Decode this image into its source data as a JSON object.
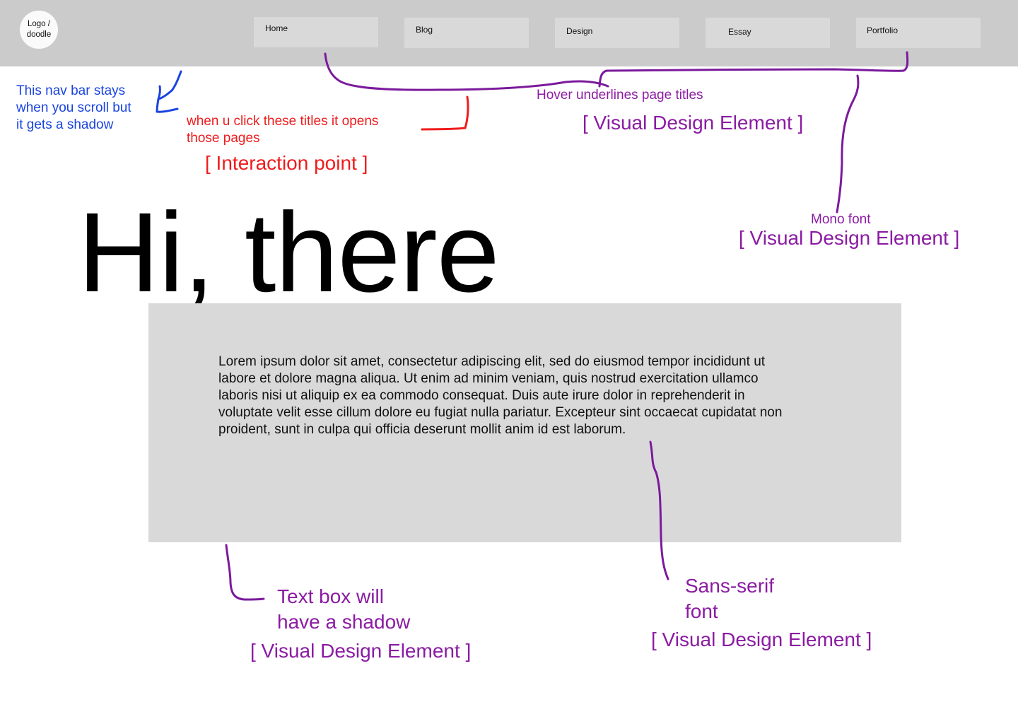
{
  "nav": {
    "logo": "Logo /\ndoodle",
    "items": [
      {
        "label": "Home"
      },
      {
        "label": "Blog"
      },
      {
        "label": "Design"
      },
      {
        "label": "Essay"
      },
      {
        "label": "Portfolio"
      }
    ]
  },
  "hero": {
    "title": "Hi, there"
  },
  "textbox": {
    "body": "Lorem ipsum dolor sit amet, consectetur adipiscing elit, sed do eiusmod tempor incididunt ut labore et dolore magna aliqua. Ut enim ad minim veniam, quis nostrud exercitation ullamco laboris nisi ut aliquip ex ea commodo consequat. Duis aute irure dolor in reprehenderit in voluptate velit esse cillum dolore eu fugiat nulla pariatur. Excepteur sint occaecat cupidatat non proident, sunt in culpa qui officia deserunt mollit anim id est laborum."
  },
  "annotations": {
    "nav_sticky": "This nav bar stays\nwhen you scroll but\nit gets a shadow",
    "click_titles": "when u click these titles it opens\nthose pages",
    "interaction_tag": "[ Interaction point ]",
    "hover": "Hover underlines page titles",
    "visual_tag": "[ Visual Design Element ]",
    "mono_font": "Mono font",
    "textbox_shadow": "Text box will\nhave a shadow",
    "sans_serif": "Sans-serif\nfont"
  },
  "colors": {
    "navbar": "#cbcbcb",
    "nav_button": "#d9d9d9",
    "textbox": "#d9d9d9",
    "annotation_blue": "#1a44e0",
    "annotation_red": "#ef1c1c",
    "annotation_purple": "#8b1ba3"
  }
}
